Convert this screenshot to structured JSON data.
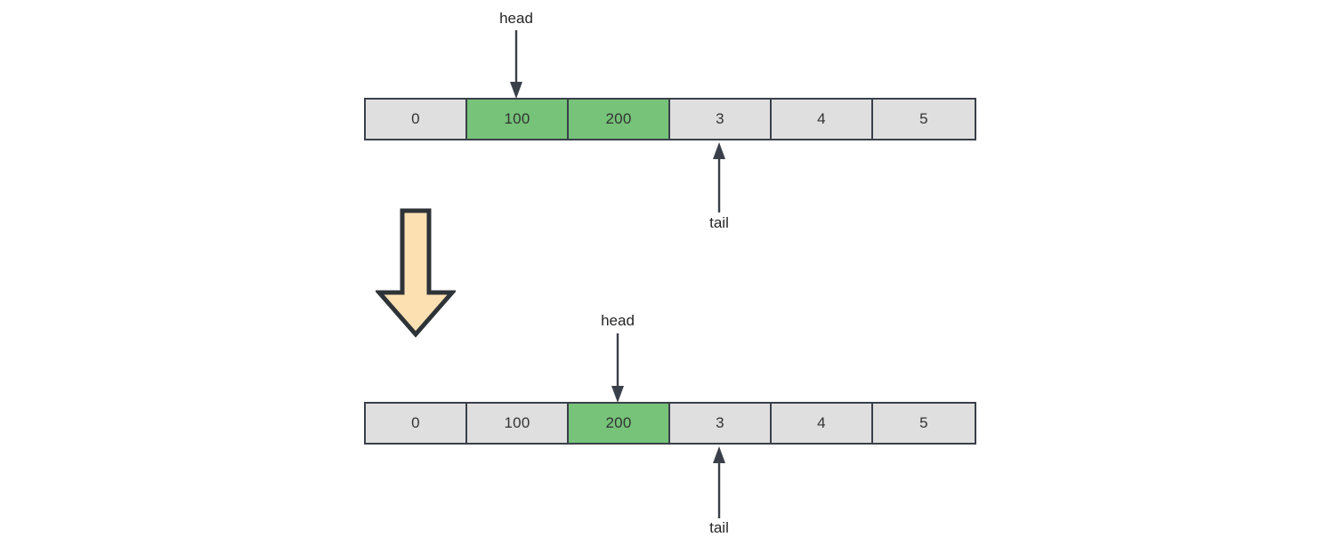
{
  "diagram": {
    "title": "queue-pop-head-advance",
    "colors": {
      "cell_fill": "#dfdfdf",
      "cell_highlight": "#76c379",
      "cell_border": "#3a4049",
      "text": "#333333",
      "arrow_stroke": "#3a4049",
      "block_arrow_fill": "#fce0b2",
      "block_arrow_stroke": "#2e3338",
      "background": "#ffffff"
    },
    "steps": [
      {
        "name": "before",
        "cells": [
          {
            "value": "0",
            "highlighted": false
          },
          {
            "value": "100",
            "highlighted": true
          },
          {
            "value": "200",
            "highlighted": true
          },
          {
            "value": "3",
            "highlighted": false
          },
          {
            "value": "4",
            "highlighted": false
          },
          {
            "value": "5",
            "highlighted": false
          }
        ],
        "head": {
          "label": "head",
          "index": 1
        },
        "tail": {
          "label": "tail",
          "index": 3
        }
      },
      {
        "name": "after",
        "cells": [
          {
            "value": "0",
            "highlighted": false
          },
          {
            "value": "100",
            "highlighted": false
          },
          {
            "value": "200",
            "highlighted": true
          },
          {
            "value": "3",
            "highlighted": false
          },
          {
            "value": "4",
            "highlighted": false
          },
          {
            "value": "5",
            "highlighted": false
          }
        ],
        "head": {
          "label": "head",
          "index": 2
        },
        "tail": {
          "label": "tail",
          "index": 3
        }
      }
    ],
    "transition_arrow": {
      "direction": "down",
      "label": ""
    }
  }
}
